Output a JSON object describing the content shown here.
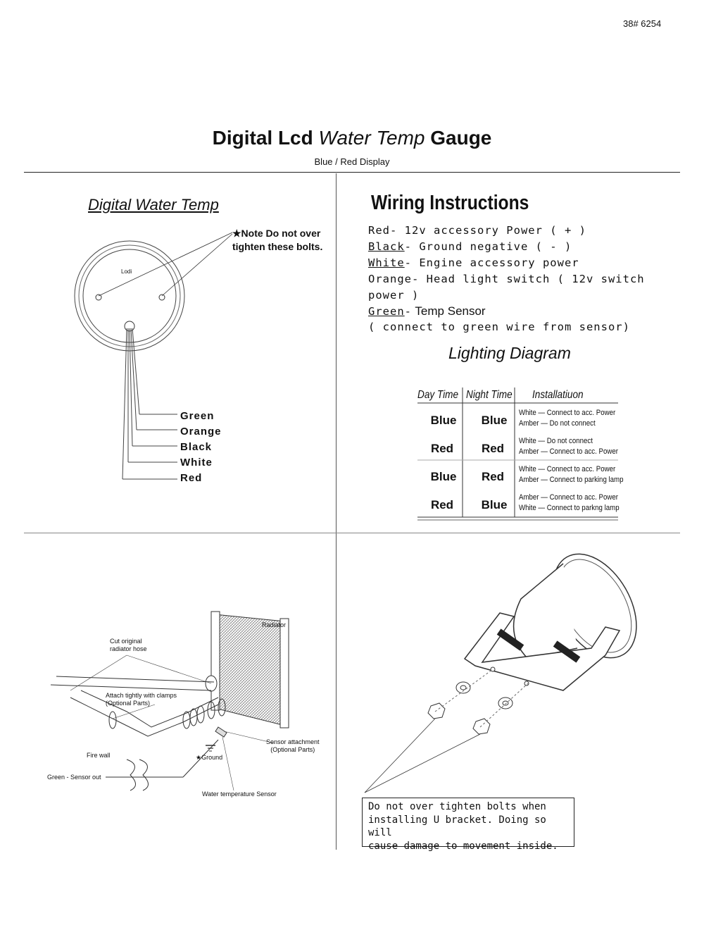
{
  "header": {
    "doc_code": "38# 6254",
    "title_part1": "Digital Lcd",
    "title_part2": "Water Temp",
    "title_part3": "Gauge",
    "subtitle": "Blue / Red Display"
  },
  "left_panel": {
    "heading": "Digital Water Temp",
    "note_line1": "★Note Do not over",
    "note_line2": "tighten these bolts.",
    "gauge_face_text": "Lodi",
    "wires": [
      "Green",
      "Orange",
      "Black",
      "White",
      "Red"
    ]
  },
  "wiring": {
    "heading": "Wiring Instructions",
    "lines": [
      {
        "color": "Red",
        "text": "- 12v accessory Power  ( + )"
      },
      {
        "color": "Black",
        "text": "- Ground negative  ( - )"
      },
      {
        "color": "White",
        "text": "- Engine accessory power"
      },
      {
        "color": "Orange",
        "text": "- Head light switch  ( 12v switch"
      },
      {
        "color": "",
        "text": "power )"
      },
      {
        "color": "Green",
        "text": "-",
        "extra": " Temp Sensor"
      },
      {
        "color": "",
        "text": "( connect to green wire from sensor)"
      }
    ]
  },
  "lighting": {
    "heading": "Lighting Diagram",
    "columns": [
      "Day Time",
      "Night Time",
      "Installatiuon"
    ],
    "rows": [
      {
        "day": "Blue",
        "night": "Blue",
        "line1": "White — Connect to acc. Power",
        "line2": "Amber — Do not connect"
      },
      {
        "day": "Red",
        "night": "Red",
        "line1": "White — Do not connect",
        "line2": "Amber — Connect to acc. Power"
      },
      {
        "day": "Blue",
        "night": "Red",
        "line1": "White — Connect to acc. Power",
        "line2": "Amber — Connect to parking lamp"
      },
      {
        "day": "Red",
        "night": "Blue",
        "line1": "Amber — Connect to acc. Power",
        "line2": "White — Connect to parkng lamp"
      }
    ]
  },
  "install_diagram": {
    "radiator": "Radiator",
    "cut_hose_1": "Cut original",
    "cut_hose_2": "radiator hose",
    "attach_1": "Attach tightly with clamps",
    "attach_2": "(Optional Parts)",
    "sensor_attach_1": "Sensor attachment",
    "sensor_attach_2": "(Optional Parts)",
    "ground": "★Ground",
    "fire_wall": "Fire wall",
    "green_sensor_out": "Green - Sensor out",
    "water_temp_sensor": "Water temperature Sensor"
  },
  "bracket": {
    "warning_line1": "Do not over tighten bolts when",
    "warning_line2": "installing U bracket. Doing so will",
    "warning_line3": "cause damage to movement inside."
  }
}
